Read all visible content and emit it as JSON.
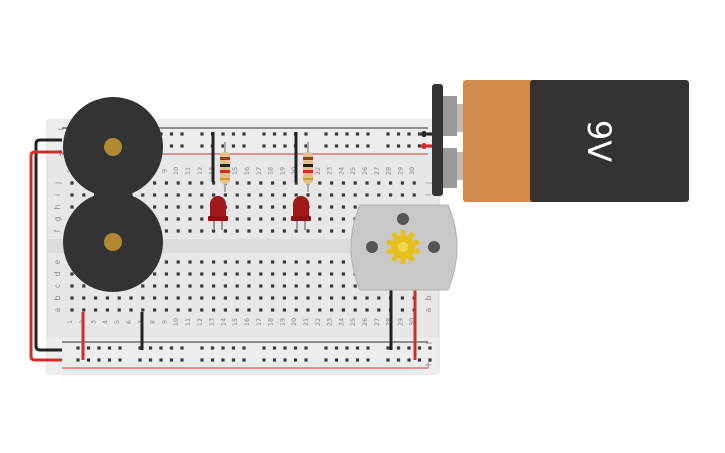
{
  "breadboard": {
    "column_numbers": [
      "1",
      "2",
      "3",
      "4",
      "5",
      "6",
      "7",
      "8",
      "9",
      "10",
      "11",
      "12",
      "13",
      "14",
      "15",
      "16",
      "17",
      "18",
      "19",
      "20",
      "21",
      "22",
      "23",
      "24",
      "25",
      "26",
      "27",
      "28",
      "29",
      "30"
    ],
    "upper_row_letters": [
      "j",
      "i",
      "h",
      "g",
      "f"
    ],
    "lower_row_letters": [
      "e",
      "d",
      "c",
      "b",
      "a"
    ],
    "rail_plus": "+",
    "rail_minus": "−",
    "colors": {
      "board": "#e8e8e8",
      "rail_red": "#d33",
      "rail_dark": "#333"
    }
  },
  "battery": {
    "label": "9V",
    "colors": {
      "body": "#333333",
      "cap": "#d38b4b"
    }
  },
  "components": {
    "buzzers": 2,
    "resistors": 2,
    "leds": 2,
    "motor": 1,
    "colors": {
      "buzzer": "#333333",
      "buzzer_center": "#b08a30",
      "led": "#a01818",
      "motor_body": "#c8c8c8",
      "motor_gear": "#e6c020"
    }
  },
  "wires": {
    "colors": {
      "red": "#d62a2a",
      "black": "#222222"
    }
  }
}
